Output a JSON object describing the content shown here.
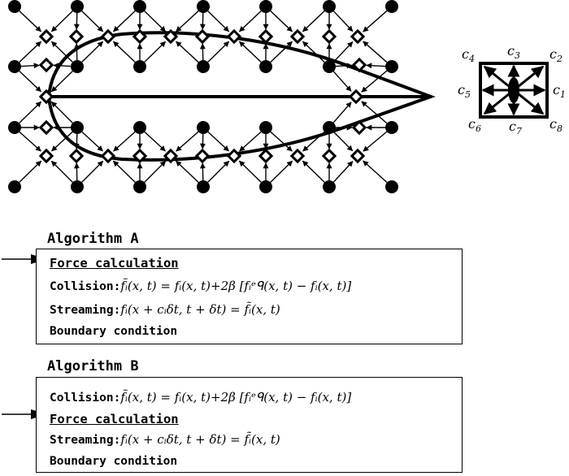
{
  "lattice": {
    "velocity_labels": [
      {
        "name": "c4",
        "text": "c4"
      },
      {
        "name": "c3",
        "text": "c3"
      },
      {
        "name": "c2",
        "text": "c2"
      },
      {
        "name": "c5",
        "text": "c5"
      },
      {
        "name": "c1",
        "text": "c1"
      },
      {
        "name": "c6",
        "text": "c6"
      },
      {
        "name": "c7",
        "text": "c7"
      },
      {
        "name": "c8",
        "text": "c8"
      }
    ]
  },
  "algorithm_a": {
    "title": "Algorithm A",
    "force_label": "Force calculation",
    "collision_label": "Collision:",
    "collision_eq": "f̃ᵢ(x, t) = fᵢ(x, t)+2β [fᵢᵉᑫ(x, t) − fᵢ(x, t)]",
    "streaming_label": "Streaming:",
    "streaming_eq": "fᵢ(x + cᵢδt, t + δt) = f̃ᵢ(x, t)",
    "boundary_label": "Boundary condition"
  },
  "algorithm_b": {
    "title": "Algorithm B",
    "collision_label": "Collision:",
    "collision_eq": "f̃ᵢ(x, t) = fᵢ(x, t)+2β [fᵢᵉᑫ(x, t) − fᵢ(x, t)]",
    "force_label": "Force calculation",
    "streaming_label": "Streaming:",
    "streaming_eq": "fᵢ(x + cᵢδt, t + δt) = f̃ᵢ(x, t)",
    "boundary_label": "Boundary condition"
  }
}
